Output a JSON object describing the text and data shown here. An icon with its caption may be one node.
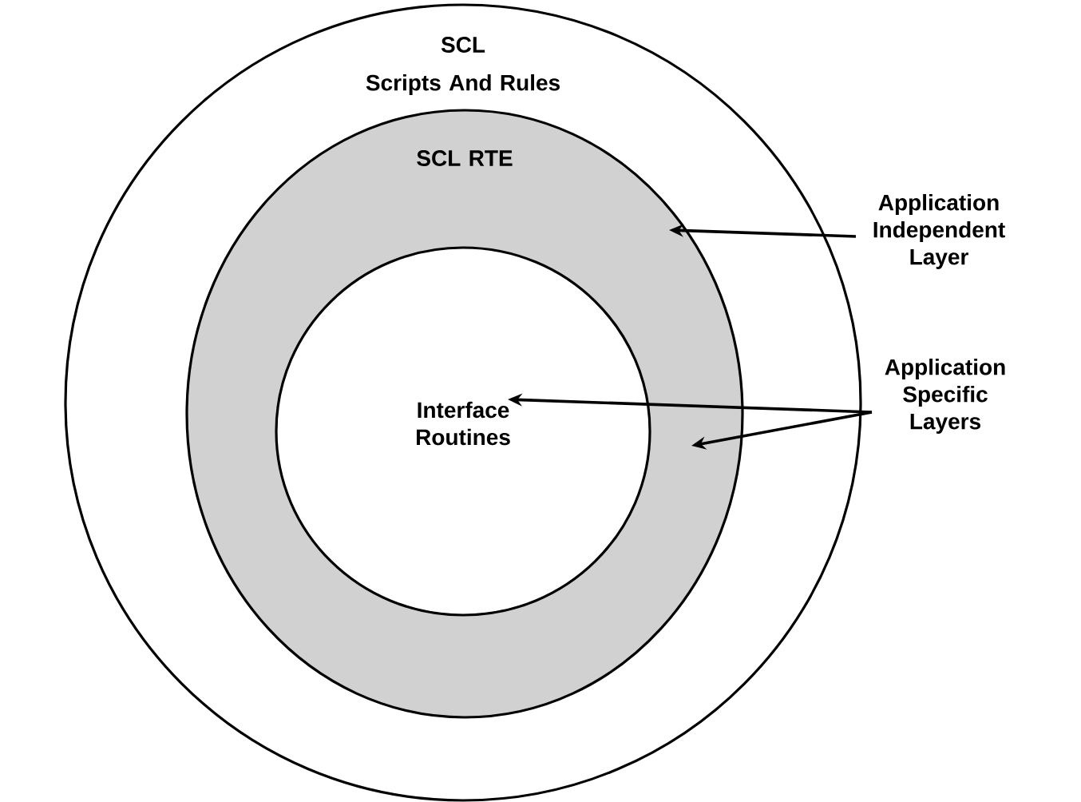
{
  "diagram": {
    "nodes": [
      {
        "text": [
          "SCL",
          "Scripts And Rules"
        ]
      },
      {
        "text": [
          "SCL RTE"
        ],
        "in": 0
      },
      {
        "text": [
          "Interface Routines"
        ],
        "in": 1
      },
      {
        "text": [
          "Application Independent Layer"
        ]
      },
      {
        "text": [
          "Application Specific Layers"
        ]
      }
    ],
    "edges": [
      {
        "from": 3,
        "to": 1,
        "arrow": "to"
      },
      {
        "from": 4,
        "to": 2,
        "arrow": "to"
      },
      {
        "from": 4,
        "to": 1,
        "arrow": "to"
      }
    ]
  }
}
